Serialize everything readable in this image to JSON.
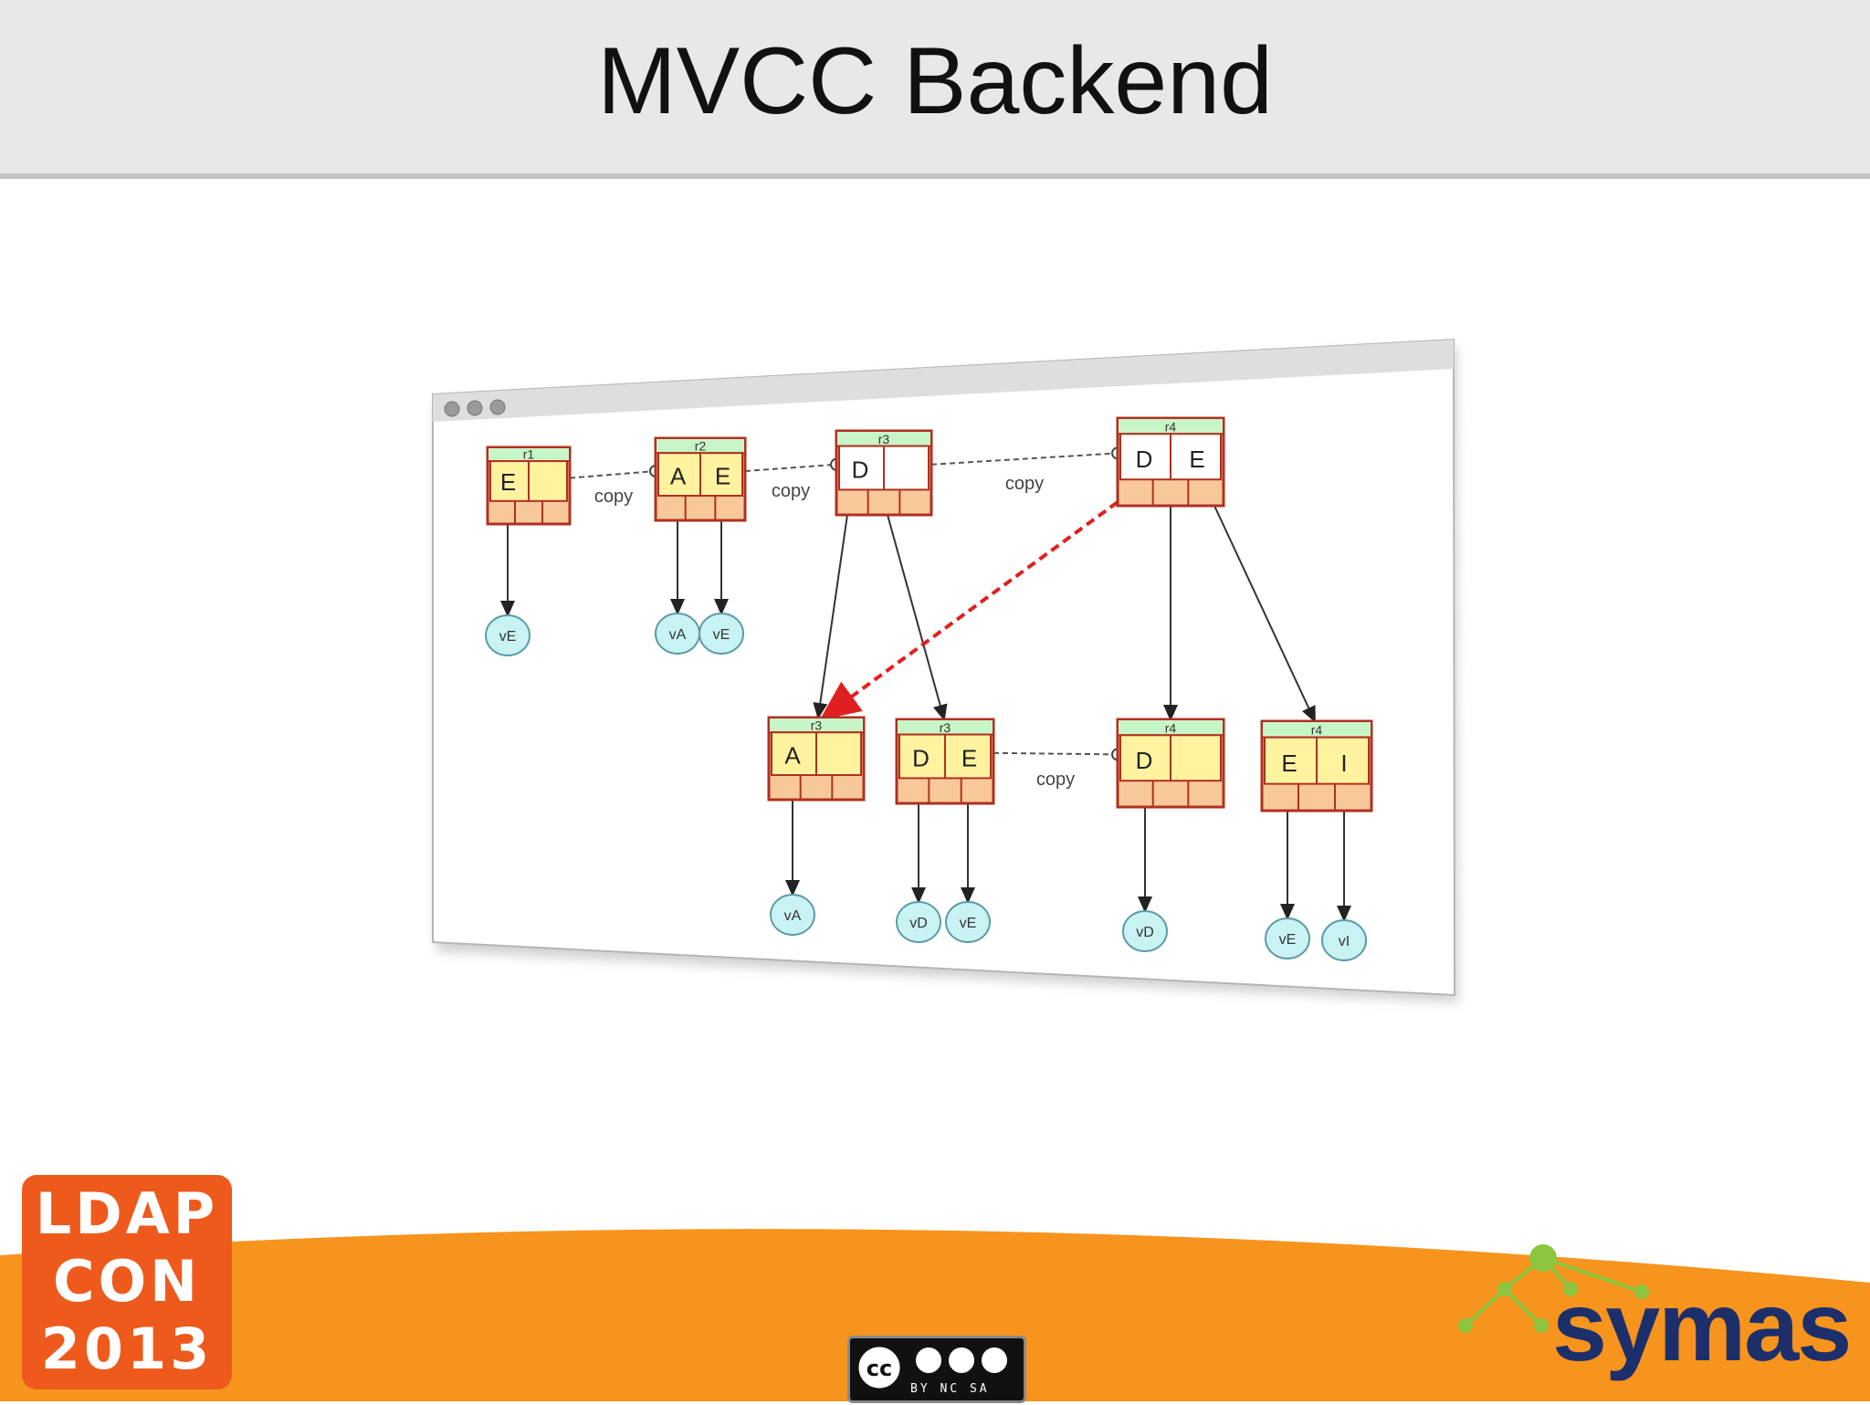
{
  "slide": {
    "title": "MVCC Backend"
  },
  "diagram": {
    "copy_label": "copy",
    "revisions": [
      "r1",
      "r2",
      "r3",
      "r4"
    ],
    "nodes": [
      {
        "id": "n1",
        "rev": "r1",
        "keys": [
          "E",
          ""
        ],
        "style": "yellow"
      },
      {
        "id": "n2",
        "rev": "r2",
        "keys": [
          "A",
          "E"
        ],
        "style": "yellow"
      },
      {
        "id": "n3",
        "rev": "r3",
        "keys": [
          "D",
          ""
        ],
        "style": "white"
      },
      {
        "id": "n4",
        "rev": "r4",
        "keys": [
          "D",
          "E"
        ],
        "style": "white"
      },
      {
        "id": "n5",
        "rev": "r3",
        "keys": [
          "A",
          ""
        ],
        "style": "yellow"
      },
      {
        "id": "n6",
        "rev": "r3",
        "keys": [
          "D",
          "E"
        ],
        "style": "yellow"
      },
      {
        "id": "n7",
        "rev": "r4",
        "keys": [
          "D",
          ""
        ],
        "style": "yellow"
      },
      {
        "id": "n8",
        "rev": "r4",
        "keys": [
          "E",
          "I"
        ],
        "style": "yellow"
      }
    ],
    "values": [
      {
        "label": "vE",
        "parent": "n1"
      },
      {
        "label": "vA",
        "parent": "n2"
      },
      {
        "label": "vE",
        "parent": "n2"
      },
      {
        "label": "vA",
        "parent": "n5"
      },
      {
        "label": "vD",
        "parent": "n6"
      },
      {
        "label": "vE",
        "parent": "n6"
      },
      {
        "label": "vD",
        "parent": "n7"
      },
      {
        "label": "vE",
        "parent": "n8"
      },
      {
        "label": "vI",
        "parent": "n8"
      }
    ],
    "copy_links": [
      {
        "from": "n1",
        "to": "n2"
      },
      {
        "from": "n2",
        "to": "n3"
      },
      {
        "from": "n3",
        "to": "n4"
      },
      {
        "from": "n6",
        "to": "n7"
      }
    ],
    "child_links": [
      {
        "from": "n3",
        "to": "n5"
      },
      {
        "from": "n3",
        "to": "n6"
      },
      {
        "from": "n4",
        "to": "n7"
      },
      {
        "from": "n4",
        "to": "n8"
      }
    ],
    "highlight_link": {
      "from": "n4",
      "to": "n5",
      "color": "#e02020"
    }
  },
  "footer": {
    "ldapcon_logo": [
      "LDAP",
      "CON",
      "2013"
    ],
    "license": "BY NC SA",
    "symas_logo": "symas",
    "colors": {
      "orange": "#f7941d",
      "navy": "#1c2f6b",
      "green": "#8cc63f"
    }
  }
}
